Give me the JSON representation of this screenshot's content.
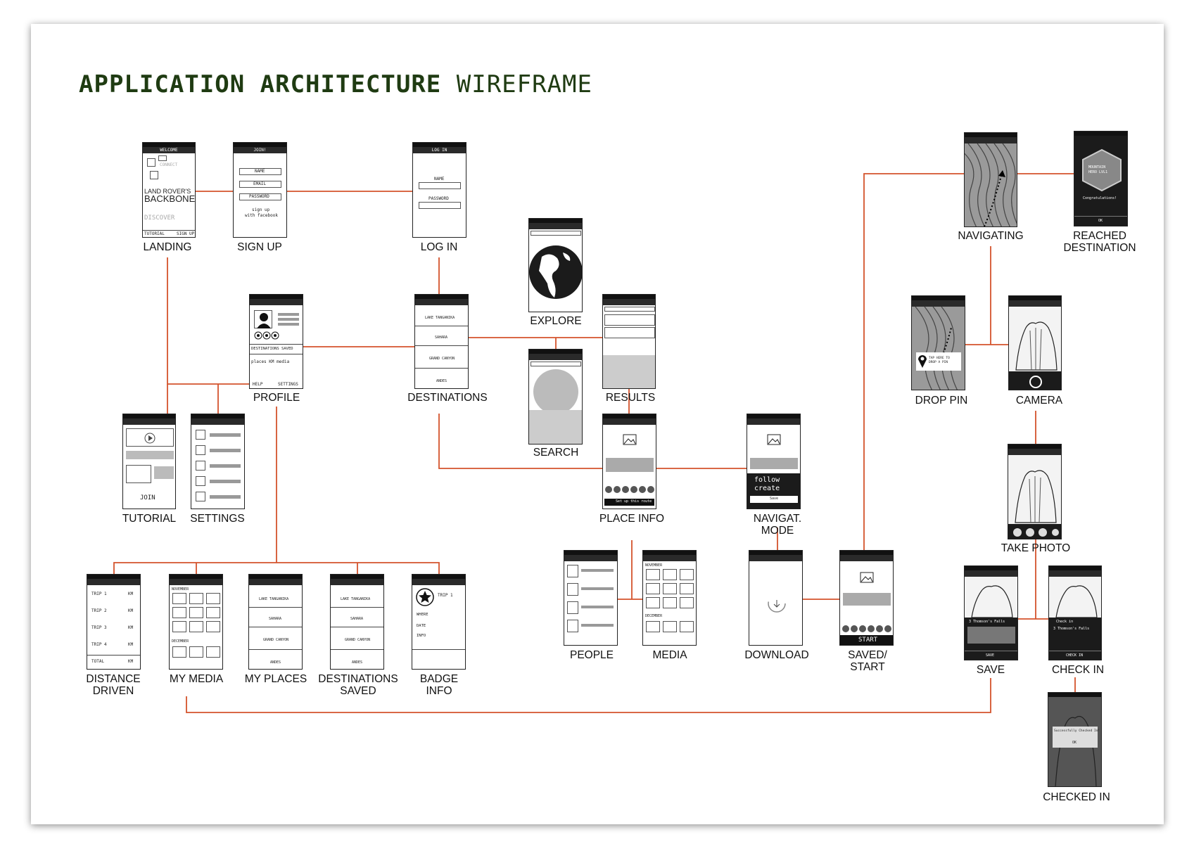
{
  "title": {
    "bold": "APPLICATION ARCHITECTURE",
    "light": "WIREFRAME"
  },
  "colors": {
    "connector": "#d4532c",
    "title": "#1f3b12",
    "frame_dark": "#1b1b1b"
  },
  "labels": {
    "landing": "LANDING",
    "signup": "SIGN UP",
    "login": "LOG IN",
    "explore": "EXPLORE",
    "navigating": "NAVIGATING",
    "reached": "REACHED\nDESTINATION",
    "profile": "PROFILE",
    "destinations": "DESTINATIONS",
    "results": "RESULTS",
    "droppin": "DROP PIN",
    "camera": "CAMERA",
    "search": "SEARCH",
    "tutorial": "TUTORIAL",
    "settings": "SETTINGS",
    "placeinfo": "PLACE INFO",
    "navmode": "NAVIGAT.\nMODE",
    "takephoto": "TAKE PHOTO",
    "people": "PEOPLE",
    "media": "MEDIA",
    "download": "DOWNLOAD",
    "savedstart": "SAVED/\nSTART",
    "save": "SAVE",
    "checkin": "CHECK IN",
    "distance": "DISTANCE\nDRIVEN",
    "mymedia": "MY MEDIA",
    "myplaces": "MY PLACES",
    "destsaved": "DESTINATIONS\nSAVED",
    "badge": "BADGE\nINFO",
    "checkedin": "CHECKED IN"
  },
  "screens": {
    "landing": {
      "header": "WELCOME",
      "connect": "CONNECT",
      "brand1": "LAND ROVER'S",
      "brand2": "BACKBONE",
      "discover": "DISCOVER",
      "tutorial": "TUTORIAL",
      "signup": "SIGN UP"
    },
    "signup": {
      "header": "JOIN!",
      "name": "NAME",
      "email": "EMAIL",
      "password": "PASSWORD",
      "fb1": "sign up",
      "fb2": "with facebook"
    },
    "login": {
      "header": "LOG IN",
      "name": "NAME",
      "password": "PASSWORD"
    },
    "profile": {
      "saved": "DESTINATIONS SAVED",
      "stats": "places  KM  media",
      "help": "HELP",
      "settings": "SETTINGS"
    },
    "destinations": {
      "items": [
        "LAKE TANGANIKA",
        "SAHARA",
        "GRAND CANYON",
        "ANDES"
      ]
    },
    "tutorial": {
      "join": "JOIN"
    },
    "navmode": {
      "follow": "follow",
      "create": "create",
      "save": "Save"
    },
    "placeinfo": {
      "cta": "Set up this route"
    },
    "savedstart": {
      "start": "START"
    },
    "reached": {
      "badge1": "MOUNTAIN",
      "badge2": "HERO LVL1",
      "msg": "Congratulations!",
      "ok": "OK"
    },
    "droppin": {
      "hint1": "TAP HERE TO",
      "hint2": "DROP A PIN"
    },
    "distance": {
      "rows": [
        [
          "TRIP 1",
          "KM"
        ],
        [
          "TRIP 2",
          "KM"
        ],
        [
          "TRIP 3",
          "KM"
        ],
        [
          "TRIP 4",
          "KM"
        ],
        [
          "TOTAL",
          "KM"
        ]
      ]
    },
    "mymedia": {
      "m1": "NOVEMBER",
      "m2": "DECEMBER"
    },
    "myplaces": {
      "items": [
        "LAKE TANGANIKA",
        "SAHARA",
        "GRAND CANYON",
        "ANDES"
      ]
    },
    "destsaved": {
      "items": [
        "LAKE TANGANIKA",
        "SAHARA",
        "GRAND CANYON",
        "ANDES"
      ]
    },
    "badge": {
      "trip": "TRIP 1",
      "where": "WHERE",
      "date": "DATE",
      "info": "INFO"
    },
    "media": {
      "m1": "NOVEMBER",
      "m2": "DECEMBER"
    },
    "save": {
      "title": "3 Thomson's Falls",
      "btn": "SAVE"
    },
    "checkin": {
      "title": "Check in",
      "place": "3 Thomson's Falls",
      "btn": "CHECK IN"
    },
    "checkedin": {
      "msg": "Successfully Checked In!",
      "ok": "OK"
    }
  }
}
